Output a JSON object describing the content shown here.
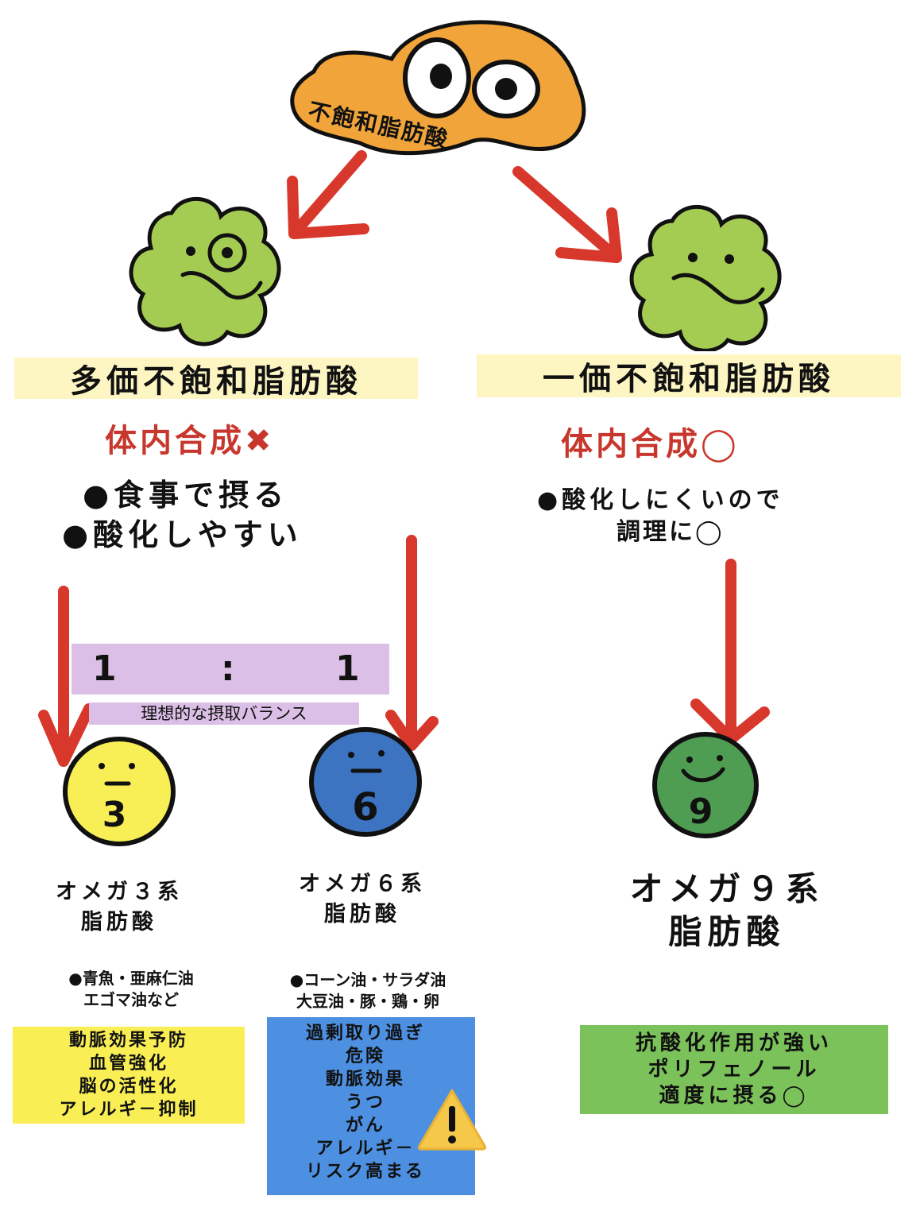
{
  "colors": {
    "arrow": "#d8382b",
    "orange": "#f0a43a",
    "green_blob": "#a5cc52",
    "header_bg": "#fdf6c3",
    "ratio_bg": "#dcbfe6",
    "omega3": "#f7ef55",
    "omega6": "#3c74c2",
    "omega9": "#4e9d52",
    "box_yellow": "#f9ef55",
    "box_blue": "#4d8fe0",
    "box_green": "#7cc25a",
    "synth_red": "#c8372d"
  },
  "top": {
    "label": "不飽和脂肪酸"
  },
  "left": {
    "header": "多価不飽和脂肪酸",
    "synthesis": "体内合成✖",
    "bullets": [
      "●食事で摂る",
      "●酸化しやすい"
    ]
  },
  "right": {
    "header": "一価不飽和脂肪酸",
    "synthesis": "体内合成◯",
    "notes": [
      "●酸化しにくいので",
      "調理に◯"
    ]
  },
  "ratio": {
    "left": "1",
    "sep": ":",
    "right": "1",
    "caption": "理想的な摂取バランス"
  },
  "omega3": {
    "number": "3",
    "name": [
      "オメガ３系",
      "脂肪酸"
    ],
    "foods": [
      "●青魚・亜麻仁油",
      "エゴマ油など"
    ],
    "effects": [
      "動脈効果予防",
      "血管強化",
      "脳の活性化",
      "アレルギ－抑制"
    ]
  },
  "omega6": {
    "number": "6",
    "name": [
      "オメガ６系",
      "脂肪酸"
    ],
    "foods": [
      "●コーン油・サラダ油",
      "大豆油・豚・鶏・卵"
    ],
    "effects": [
      "過剰取り過ぎ",
      "危険",
      "動脈効果",
      "うつ",
      "がん",
      "アレルギ－",
      "リスク高まる"
    ],
    "warning_icon": "warning-icon"
  },
  "omega9": {
    "number": "9",
    "name": [
      "オメガ９系",
      "脂肪酸"
    ],
    "effects": [
      "抗酸化作用が強い",
      "ポリフェノール",
      "適度に摂る◯"
    ]
  }
}
